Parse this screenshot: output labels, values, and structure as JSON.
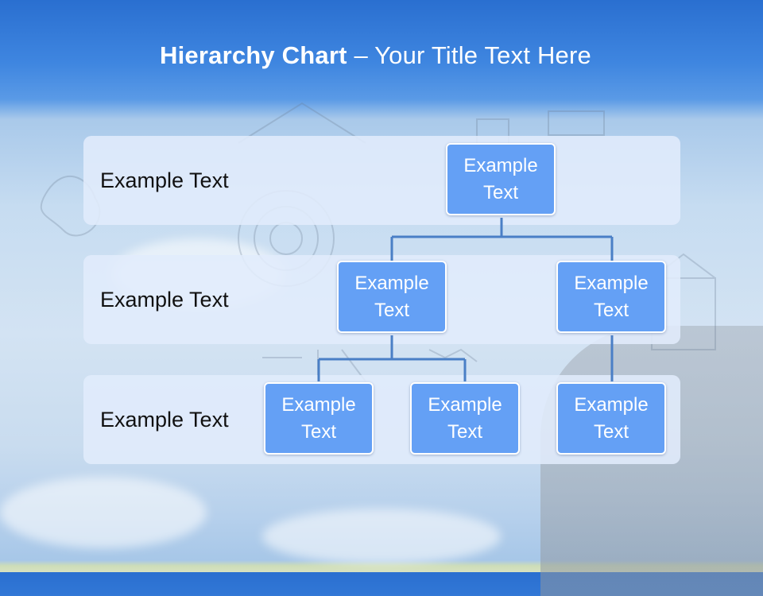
{
  "title": {
    "bold": "Hierarchy Chart",
    "rest": " – Your Title Text Here"
  },
  "rows": [
    {
      "label": "Example Text"
    },
    {
      "label": "Example Text"
    },
    {
      "label": "Example Text"
    }
  ],
  "nodes": {
    "root": {
      "line1": "Example",
      "line2": "Text"
    },
    "level2_left": {
      "line1": "Example",
      "line2": "Text"
    },
    "level2_right": {
      "line1": "Example",
      "line2": "Text"
    },
    "level3_a": {
      "line1": "Example",
      "line2": "Text"
    },
    "level3_b": {
      "line1": "Example",
      "line2": "Text"
    },
    "level3_c": {
      "line1": "Example",
      "line2": "Text"
    }
  },
  "colors": {
    "node_fill": "#64a0f5",
    "connector": "#4a7fc6",
    "header": "#2a6fd0"
  }
}
